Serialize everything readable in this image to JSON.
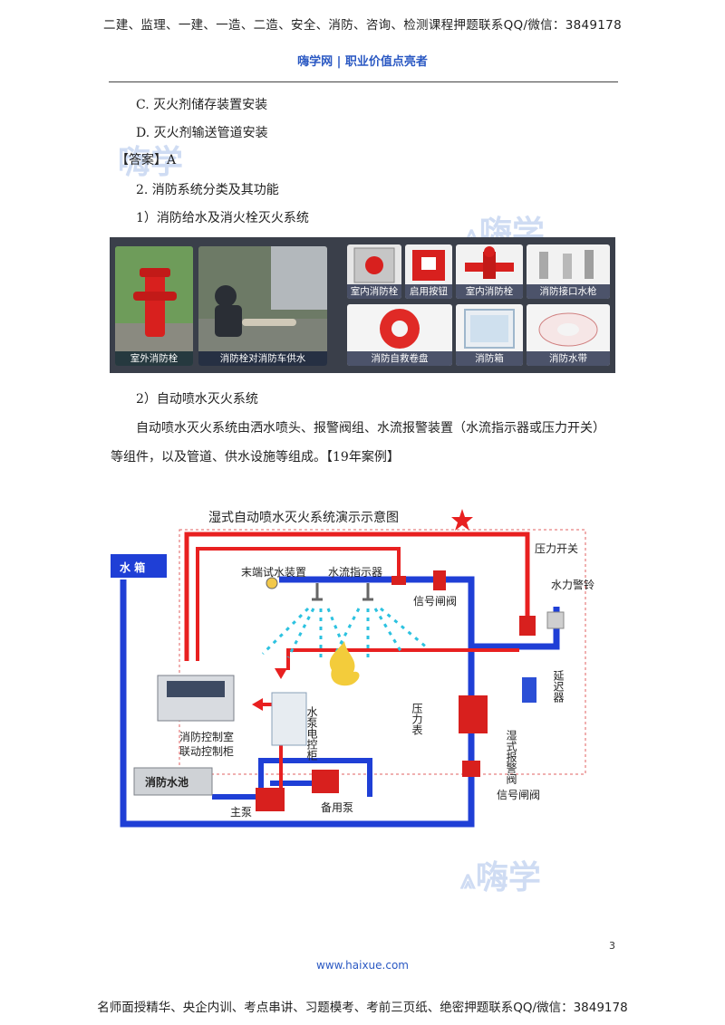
{
  "header": {
    "banner": "二建、监理、一建、一造、二造、安全、消防、咨询、检测课程押题联系QQ/微信：3849178",
    "brand": "嗨学网 | 职业价值点亮者"
  },
  "body": {
    "option_c": "C.  灭火剂储存装置安装",
    "option_d": "D.  灭火剂输送管道安装",
    "answer": "【答案】A",
    "section_2": "2.  消防系统分类及其功能",
    "sub_1": "1）消防给水及消火栓灭火系统",
    "sub_2": "2）自动喷水灭火系统",
    "text_line1": "自动喷水灭火系统由洒水喷头、报警阀组、水流报警装置（水流指示器或压力开关）",
    "text_line2": "等组件，以及管道、供水设施等组成。【19年案例】"
  },
  "photos": [
    {
      "caption": "室外消防栓"
    },
    {
      "caption": "消防栓对消防车供水"
    },
    {
      "caption": "室内消防栓"
    },
    {
      "caption": "启用按钮"
    },
    {
      "caption": "室内消防栓"
    },
    {
      "caption": "消防接口水枪"
    },
    {
      "caption": "消防自救卷盘"
    },
    {
      "caption": "消防箱"
    },
    {
      "caption": "消防水带"
    }
  ],
  "diagram": {
    "title": "湿式自动喷水灭火系统演示示意图",
    "labels": {
      "water_tank": "水 箱",
      "end_test": "末端试水装置",
      "flow_indicator": "水流指示器",
      "signal_valve_top": "信号闸阀",
      "pressure_switch": "压力开关",
      "water_bell": "水力警铃",
      "control_room_1": "消防控制室",
      "control_room_2": "联动控制柜",
      "pump_cabinet": "水泵电控柜",
      "pressure_gauge": "压力表",
      "delay": "延迟器",
      "alarm_valve": "湿式报警阀",
      "pool": "消防水池",
      "main_pump": "主泵",
      "spare_pump": "备用泵",
      "signal_valve_bottom": "信号闸阀"
    }
  },
  "watermark": {
    "text": "嗨学"
  },
  "footer": {
    "page": "3",
    "site": "www.haixue.com",
    "banner": "名师面授精华、央企内训、考点串讲、习题模考、考前三页纸、绝密押题联系QQ/微信：3849178"
  },
  "colors": {
    "accent": "#2b59c3",
    "pipe_blue": "#1f3fd6",
    "pipe_red": "#e82020"
  }
}
